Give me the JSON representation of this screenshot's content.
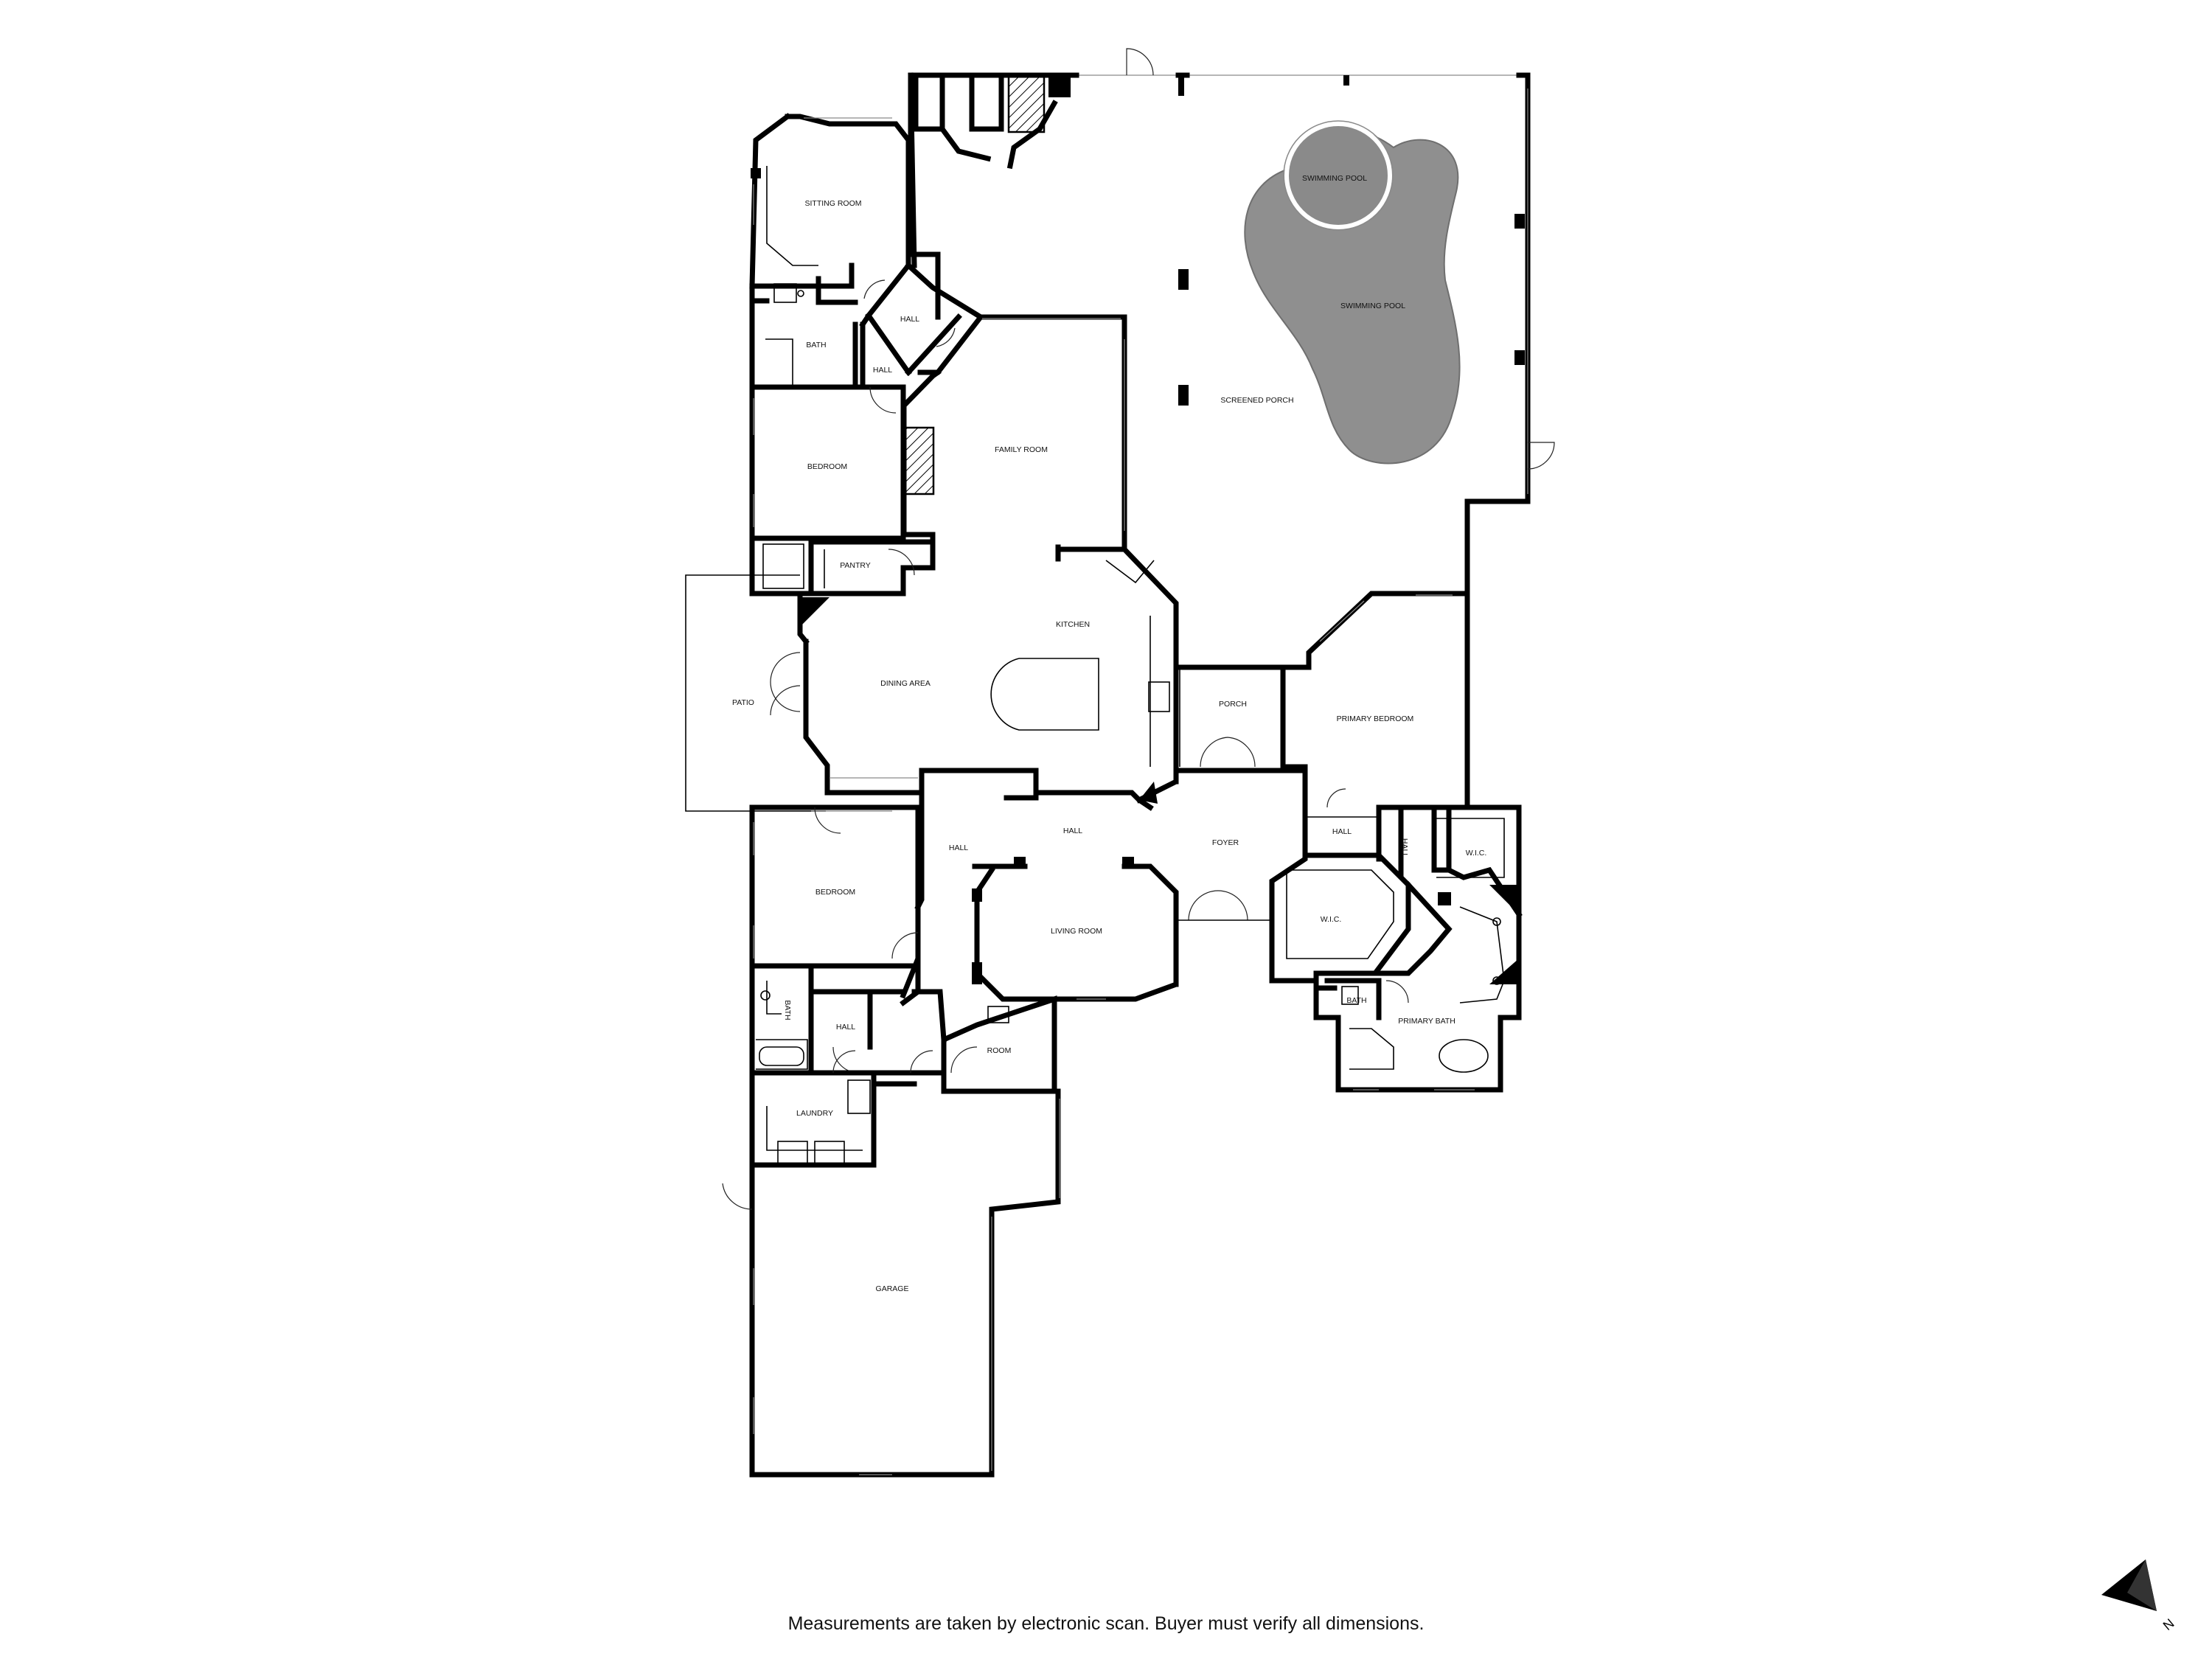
{
  "rooms": {
    "sitting_room": "SITTING ROOM",
    "hall_top": "HALL",
    "bath_top": "BATH",
    "hall_small": "HALL",
    "bedroom_top": "BEDROOM",
    "family_room": "FAMILY ROOM",
    "pantry": "PANTRY",
    "kitchen": "KITCHEN",
    "dining_area": "DINING AREA",
    "patio": "PATIO",
    "screened_porch": "SCREENED PORCH",
    "swimming_pool_small": "SWIMMING POOL",
    "swimming_pool": "SWIMMING POOL",
    "porch": "PORCH",
    "primary_bedroom": "PRIMARY BEDROOM",
    "hall_center": "HALL",
    "hall_left": "HALL",
    "foyer": "FOYER",
    "hall_right": "HALL",
    "hall_vertical": "HALL",
    "wic_left": "W.I.C.",
    "wic_right": "W.I.C.",
    "bedroom_bottom": "BEDROOM",
    "living_room": "LIVING ROOM",
    "bath_left": "BATH",
    "hall_lower": "HALL",
    "room": "ROOM",
    "bath_right": "BATH",
    "primary_bath": "PRIMARY BATH",
    "laundry": "LAUNDRY",
    "garage": "GARAGE"
  },
  "disclaimer": "Measurements are taken by electronic scan. Buyer must verify all dimensions.",
  "compass": {
    "label": "N",
    "icon": "north-arrow-icon"
  },
  "colors": {
    "walls": "#000000",
    "pool": "#8f8f8f",
    "background": "#ffffff"
  }
}
